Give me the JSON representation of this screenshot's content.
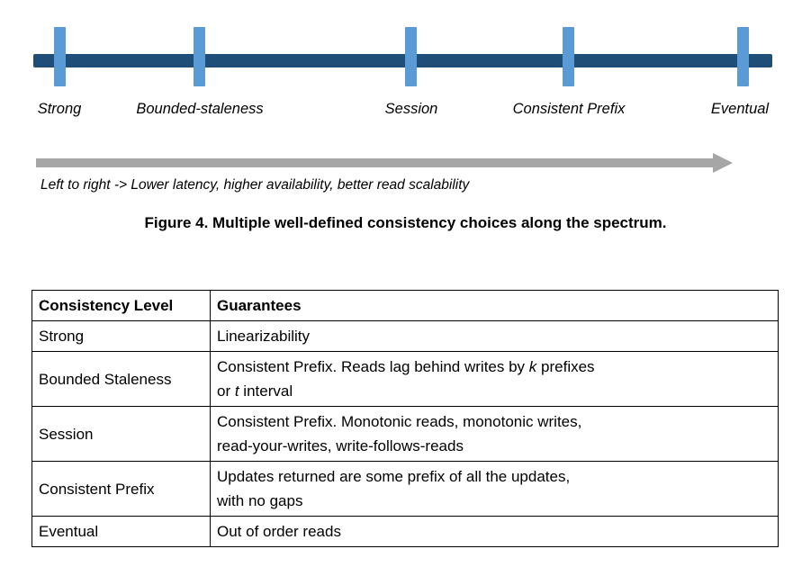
{
  "colors": {
    "bar": "#1F4E79",
    "tick": "#5B9BD5",
    "arrow": "#A6A6A6"
  },
  "spectrum": {
    "labels": [
      "Strong",
      "Bounded-staleness",
      "Session",
      "Consistent Prefix",
      "Eventual"
    ]
  },
  "arrow": {
    "caption": "Left to right -> Lower latency, higher availability, better read scalability"
  },
  "figure_caption": "Figure 4. Multiple well-defined consistency choices along the spectrum.",
  "table": {
    "headers": [
      "Consistency Level",
      "Guarantees"
    ],
    "rows": [
      {
        "level": "Strong",
        "guarantee": "Linearizability"
      },
      {
        "level": "Bounded Staleness",
        "g1": "Consistent Prefix. Reads lag behind writes by ",
        "g2": "k",
        "g3": " prefixes\nor ",
        "g4": "t",
        "g5": " interval"
      },
      {
        "level": "Session",
        "guarantee": "Consistent Prefix. Monotonic reads, monotonic writes,\nread-your-writes, write-follows-reads"
      },
      {
        "level": "Consistent Prefix",
        "guarantee": "Updates returned are some prefix of all the updates,\nwith no gaps"
      },
      {
        "level": "Eventual",
        "guarantee": "Out of order reads"
      }
    ]
  }
}
